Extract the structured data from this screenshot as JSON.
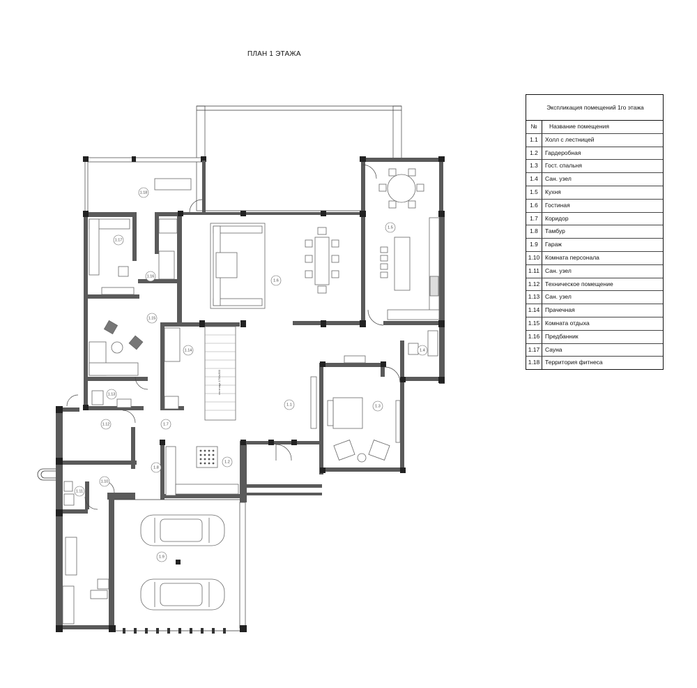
{
  "plan_title": "ПЛАН 1 ЭТАЖА",
  "stair_label": "лестница 1700x300",
  "room_tags": [
    {
      "id": "1.1"
    },
    {
      "id": "1.2"
    },
    {
      "id": "1.3"
    },
    {
      "id": "1.4"
    },
    {
      "id": "1.5"
    },
    {
      "id": "1.6"
    },
    {
      "id": "1.7"
    },
    {
      "id": "1.8"
    },
    {
      "id": "1.9"
    },
    {
      "id": "1.10"
    },
    {
      "id": "1.11"
    },
    {
      "id": "1.12"
    },
    {
      "id": "1.13"
    },
    {
      "id": "1.14"
    },
    {
      "id": "1.15"
    },
    {
      "id": "1.16"
    },
    {
      "id": "1.17"
    },
    {
      "id": "1.18"
    }
  ],
  "legend": {
    "title": "Экспликация помещений 1го этажа",
    "header": {
      "no": "№",
      "name": "Название помещения"
    },
    "rows": [
      {
        "no": "1.1",
        "name": "Холл с лестницей"
      },
      {
        "no": "1.2",
        "name": "Гардеробная"
      },
      {
        "no": "1.3",
        "name": "Гост. спальня"
      },
      {
        "no": "1.4",
        "name": "Сан. узел"
      },
      {
        "no": "1.5",
        "name": "Кухня"
      },
      {
        "no": "1.6",
        "name": "Гостиная"
      },
      {
        "no": "1.7",
        "name": "Коридор"
      },
      {
        "no": "1.8",
        "name": "Тамбур"
      },
      {
        "no": "1.9",
        "name": "Гараж"
      },
      {
        "no": "1.10",
        "name": "Комната персонала"
      },
      {
        "no": "1.11",
        "name": "Сан. узел"
      },
      {
        "no": "1.12",
        "name": "Техническое помещение"
      },
      {
        "no": "1.13",
        "name": "Сан. узел"
      },
      {
        "no": "1.14",
        "name": "Прачечная"
      },
      {
        "no": "1.15",
        "name": "Комната отдыха"
      },
      {
        "no": "1.16",
        "name": "Предбанник"
      },
      {
        "no": "1.17",
        "name": "Сауна"
      },
      {
        "no": "1.18",
        "name": "Территория фитнеса"
      }
    ]
  }
}
